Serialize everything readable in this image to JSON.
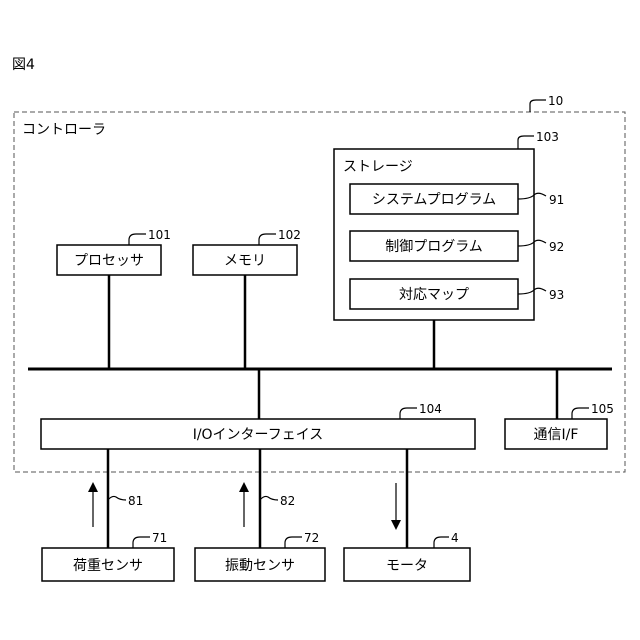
{
  "figure_label": "図4",
  "controller": {
    "label": "コントローラ",
    "ref": "10"
  },
  "storage": {
    "label": "ストレージ",
    "ref": "103",
    "items": [
      {
        "label": "システムプログラム",
        "ref": "91"
      },
      {
        "label": "制御プログラム",
        "ref": "92"
      },
      {
        "label": "対応マップ",
        "ref": "93"
      }
    ]
  },
  "processor": {
    "label": "プロセッサ",
    "ref": "101"
  },
  "memory": {
    "label": "メモリ",
    "ref": "102"
  },
  "io_interface": {
    "label": "I/Oインターフェイス",
    "ref": "104"
  },
  "comm_if": {
    "label": "通信I/F",
    "ref": "105"
  },
  "load_sensor": {
    "label": "荷重センサ",
    "ref": "71",
    "line_ref": "81"
  },
  "vibration_sensor": {
    "label": "振動センサ",
    "ref": "72",
    "line_ref": "82"
  },
  "motor": {
    "label": "モータ",
    "ref": "4"
  }
}
